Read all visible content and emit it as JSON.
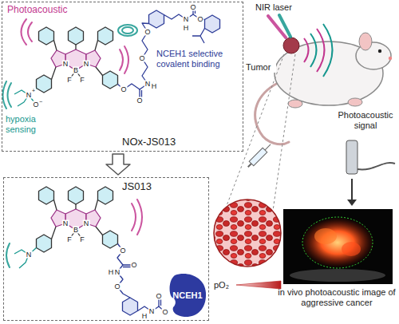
{
  "diagram": {
    "nodes": [
      {
        "text": [
          "Photoacoustic",
          "hypoxia sensing",
          "NCEH1 selective covalent binding",
          "NOx-JS013"
        ]
      },
      {
        "text": [
          "JS013"
        ]
      },
      {
        "text": [
          "NCEH1"
        ],
        "in": 1
      },
      {
        "text": [
          "in vivo photoacoustic image of aggressive cancer"
        ]
      }
    ],
    "edges": [
      {
        "from": 0,
        "to": 1,
        "arrow": "to"
      }
    ],
    "labels": [
      "NIR laser",
      "Tumor",
      "Photoacoustic signal",
      "pO₂",
      "N",
      "B",
      "N",
      "F",
      "F",
      "N",
      "+",
      "O",
      "−",
      "O",
      "O",
      "N",
      "H",
      "O",
      "O",
      "N",
      "H",
      "O",
      "O",
      "N",
      "B",
      "N",
      "F",
      "F",
      "N",
      "O",
      "O",
      "N",
      "H",
      "O",
      "N",
      "H",
      "O",
      "O"
    ]
  }
}
